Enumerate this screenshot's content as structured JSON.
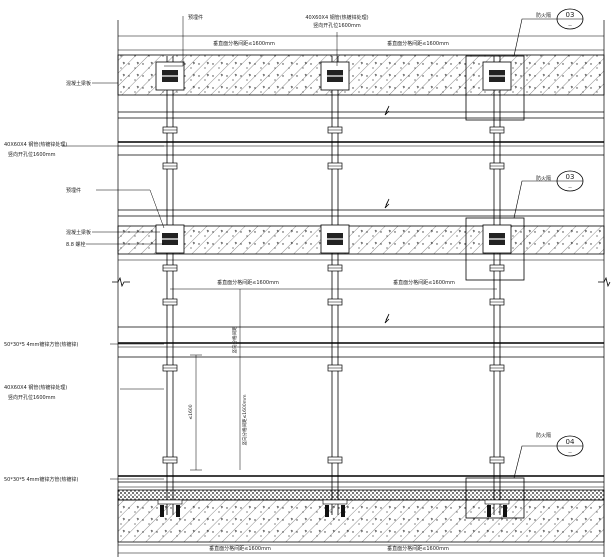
{
  "labels": {
    "top_anchor": "预埋件",
    "top_tube_line1": "40X60X4 钢管(热镀锌处理)",
    "top_tube_line2": "竖向开孔位1600mm",
    "span_top_left": "垂直面分格间距≤1600mm",
    "span_top_right": "垂直面分格间距≤1600mm",
    "fire_a": "防火隔",
    "tag_03_a": "03",
    "tag_03_a_sub": "--",
    "concrete_top": "混凝土梁板",
    "left_tube_line1": "40X60X4 钢管(热镀锌处理)",
    "left_tube_line2": "竖向开孔位1600mm",
    "fire_b": "防火隔",
    "tag_03_b": "03",
    "tag_03_b_sub": "--",
    "anchor_mid": "预埋件",
    "concrete_mid": "混凝土梁板",
    "bolt": "8.8 螺栓",
    "span_mid_left": "垂直面分格间距≤1600mm",
    "span_mid_right": "垂直面分格间距≤1600mm",
    "vertical_dim": "竖向分格间距",
    "channel_a": "50*30*5 4mm镀锌方管(热镀锌)",
    "left_tube2_line1": "40X60X4 钢管(热镀锌处理)",
    "left_tube2_line2": "竖向开孔位1600mm",
    "dim_small": "≤1600",
    "vertical_dim2": "竖向分格间距≤1600mm",
    "fire_c": "防火隔",
    "tag_04": "04",
    "tag_04_sub": "--",
    "channel_b": "50*30*5 4mm镀锌方管(热镀锌)",
    "span_bot_left": "垂直面分格间距≤1600mm",
    "span_bot_right": "垂直面分格间距≤1600mm"
  }
}
